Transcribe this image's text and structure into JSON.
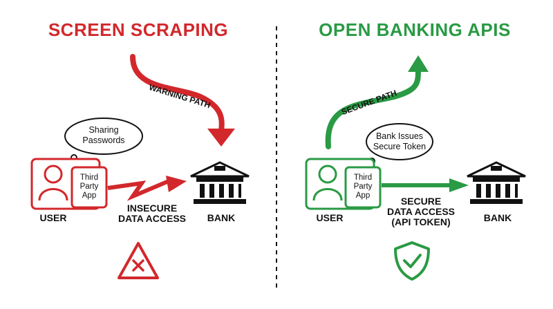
{
  "colors": {
    "red": "#d2282c",
    "green": "#2a9a44",
    "ink": "#111111"
  },
  "left_panel": {
    "title": "SCREEN SCRAPING",
    "path_label": "WARNING PATH",
    "bubble_line1": "Sharing",
    "bubble_line2": "Passwords",
    "app_line1": "Third",
    "app_line2": "Party",
    "app_line3": "App",
    "user_label": "USER",
    "access_line1": "INSECURE",
    "access_line2": "DATA ACCESS",
    "bank_label": "BANK",
    "status_icon": "warning-x-icon"
  },
  "right_panel": {
    "title": "OPEN BANKING APIS",
    "path_label": "SECURE PATH",
    "bubble_line1": "Bank Issues",
    "bubble_line2": "Secure Token",
    "app_line1": "Third",
    "app_line2": "Party",
    "app_line3": "App",
    "user_label": "USER",
    "access_line1": "SECURE",
    "access_line2": "DATA ACCESS",
    "access_line3": "(API TOKEN)",
    "bank_label": "BANK",
    "status_icon": "shield-check-icon"
  }
}
